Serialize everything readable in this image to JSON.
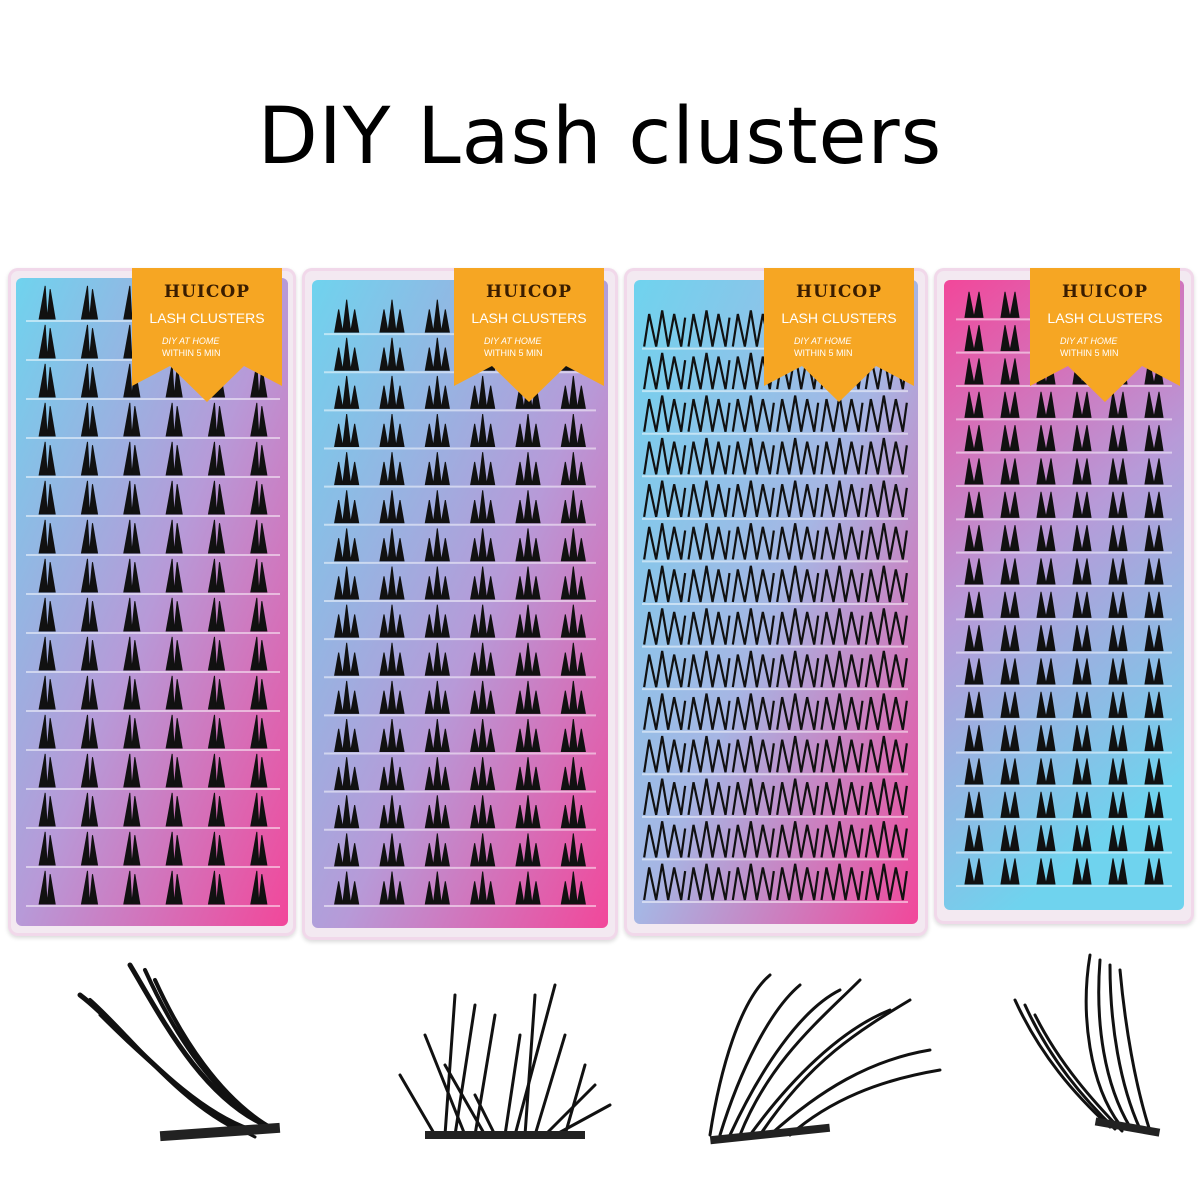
{
  "title": "DIY Lash clusters",
  "boxes": [
    {
      "brand": "HUICOP",
      "product": "LASH CLUSTERS",
      "tagline_1": "DIY AT HOME",
      "tagline_2": "WITHIN 5 MIN",
      "style": "spike"
    },
    {
      "brand": "HUICOP",
      "product": "LASH CLUSTERS",
      "tagline_1": "DIY AT HOME",
      "tagline_2": "WITHIN 5 MIN",
      "style": "fluffy"
    },
    {
      "brand": "HUICOP",
      "product": "LASH CLUSTERS",
      "tagline_1": "DIY AT HOME",
      "tagline_2": "WITHIN 5 MIN",
      "style": "wispy"
    },
    {
      "brand": "HUICOP",
      "product": "LASH CLUSTERS",
      "tagline_1": "DIY AT HOME",
      "tagline_2": "WITHIN 5 MIN",
      "style": "dense"
    }
  ],
  "colors": {
    "tray_blue": "#6fd3ee",
    "tray_pink": "#f2479a",
    "label_orange": "#f6a623",
    "lash_black": "#111111"
  }
}
